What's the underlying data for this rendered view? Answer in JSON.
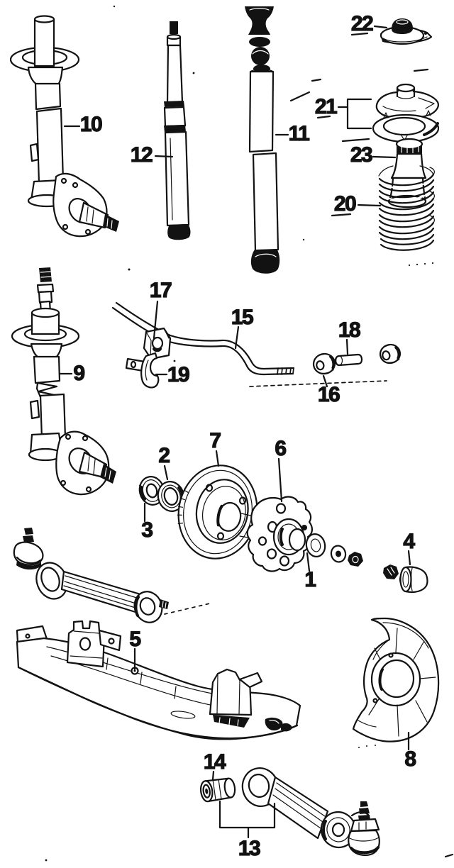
{
  "colors": {
    "ink": "#121212",
    "paper": "#ffffff"
  },
  "callouts": {
    "c1": "1",
    "c2": "2",
    "c3": "3",
    "c4": "4",
    "c5": "5",
    "c6": "6",
    "c7": "7",
    "c8": "8",
    "c9": "9",
    "c10": "10",
    "c11": "11",
    "c12": "12",
    "c13": "13",
    "c14": "14",
    "c15": "15",
    "c16": "16",
    "c17": "17",
    "c18": "18",
    "c19": "19",
    "c20": "20",
    "c21": "21",
    "c22": "22",
    "c23": "23"
  }
}
